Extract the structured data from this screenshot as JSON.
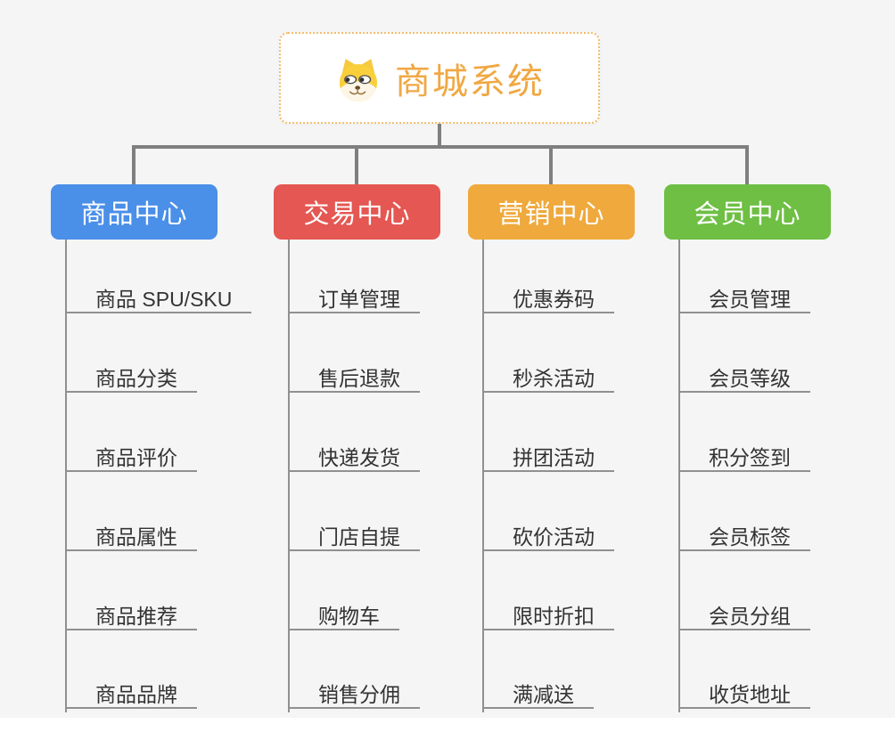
{
  "root": {
    "title": "商城系统",
    "icon": "dog-face-icon"
  },
  "branches": [
    {
      "label": "商品中心",
      "color": "#4a8fe8",
      "items": [
        "商品 SPU/SKU",
        "商品分类",
        "商品评价",
        "商品属性",
        "商品推荐",
        "商品品牌"
      ]
    },
    {
      "label": "交易中心",
      "color": "#e55752",
      "items": [
        "订单管理",
        "售后退款",
        "快递发货",
        "门店自提",
        "购物车",
        "销售分佣"
      ]
    },
    {
      "label": "营销中心",
      "color": "#efa93c",
      "items": [
        "优惠券码",
        "秒杀活动",
        "拼团活动",
        "砍价活动",
        "限时折扣",
        "满减送"
      ]
    },
    {
      "label": "会员中心",
      "color": "#6ebf44",
      "items": [
        "会员管理",
        "会员等级",
        "积分签到",
        "会员标签",
        "会员分组",
        "收货地址"
      ]
    }
  ],
  "colors": {
    "canvas_background": "#f5f5f6",
    "connector": "#7f7f7f",
    "leaf_line": "#909090",
    "leaf_text": "#333333",
    "root_border": "#f3bc6d",
    "root_title": "#f0a843",
    "branch_text": "#ffffff"
  }
}
